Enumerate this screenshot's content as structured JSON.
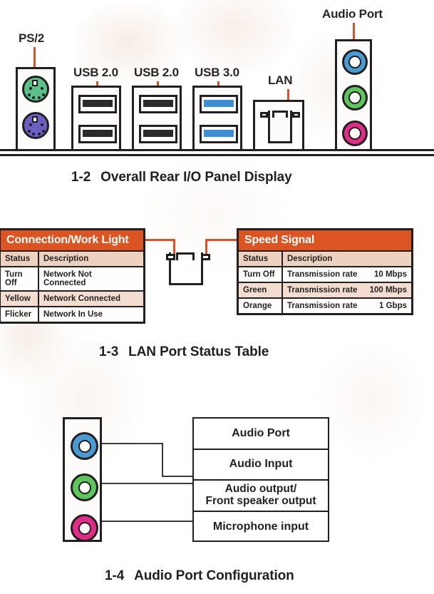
{
  "figures": {
    "rear_panel": {
      "caption_number": "1-2",
      "caption_text": "Overall Rear I/O Panel Display",
      "callouts": [
        {
          "id": "ps2",
          "label": "PS/2"
        },
        {
          "id": "usb20-a",
          "label": "USB 2.0"
        },
        {
          "id": "usb20-b",
          "label": "USB 2.0"
        },
        {
          "id": "usb30",
          "label": "USB 3.0"
        },
        {
          "id": "lan",
          "label": "LAN"
        },
        {
          "id": "audio",
          "label": "Audio Port"
        }
      ],
      "ps2_ports": [
        {
          "name": "keyboard",
          "color": "#5cc08a"
        },
        {
          "name": "mouse",
          "color": "#6b5fc4"
        }
      ],
      "usb_tongue_colors": {
        "usb2": "#2b2b2b",
        "usb3": "#3d8fd1"
      },
      "audio_jacks": [
        {
          "name": "line-in",
          "color": "#4a9ad4"
        },
        {
          "name": "line-out",
          "color": "#5ec45c"
        },
        {
          "name": "microphone",
          "color": "#df2d87"
        }
      ]
    },
    "lan_status": {
      "caption_number": "1-3",
      "caption_text": "LAN Port Status Table",
      "header_color": "#dd5423",
      "left_table": {
        "title": "Connection/Work Light",
        "columns": [
          "Status",
          "Description"
        ],
        "rows": [
          {
            "status": "Turn Off",
            "description": "Network Not Connected",
            "value": ""
          },
          {
            "status": "Yellow",
            "description": "Network Connected",
            "value": ""
          },
          {
            "status": "Flicker",
            "description": "Network In Use",
            "value": ""
          }
        ]
      },
      "right_table": {
        "title": "Speed Signal",
        "columns": [
          "Status",
          "Description"
        ],
        "rows": [
          {
            "status": "Turn Off",
            "description": "Transmission rate",
            "value": "10 Mbps"
          },
          {
            "status": "Green",
            "description": "Transmission rate",
            "value": "100 Mbps"
          },
          {
            "status": "Orange",
            "description": "Transmission rate",
            "value": "1 Gbps"
          }
        ]
      }
    },
    "audio_config": {
      "caption_number": "1-4",
      "caption_text": "Audio Port Configuration",
      "jacks": [
        {
          "name": "line-in",
          "color": "#4a9ad4"
        },
        {
          "name": "line-out",
          "color": "#5ec45c"
        },
        {
          "name": "microphone",
          "color": "#df2d87"
        }
      ],
      "labels": [
        {
          "text": "Audio Port"
        },
        {
          "text": "Audio Input"
        },
        {
          "text": "Audio output/\nFront speaker output"
        },
        {
          "text": "Microphone input"
        }
      ]
    }
  }
}
